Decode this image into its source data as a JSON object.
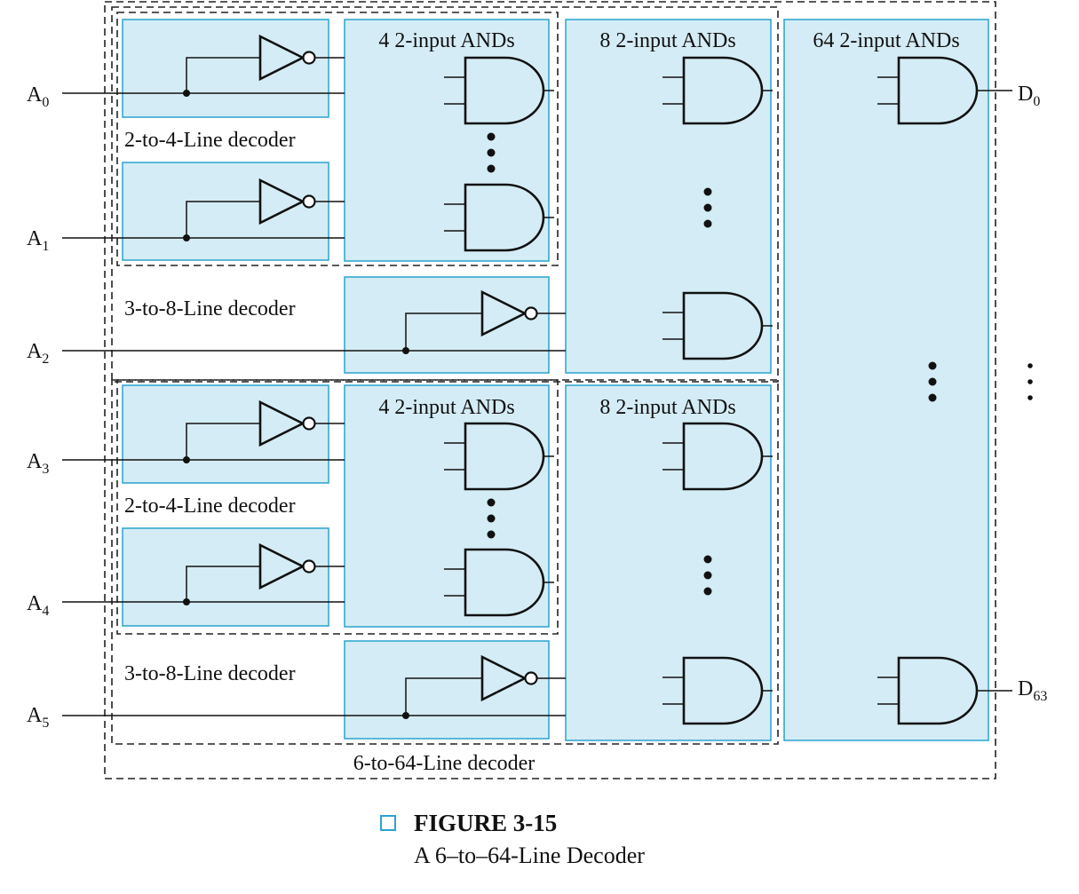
{
  "figure": {
    "number": "FIGURE 3-15",
    "title": "A 6–to–64-Line Decoder",
    "icon": "square-outline-icon"
  },
  "colors": {
    "box_fill": "#d4ecf5",
    "box_stroke": "#2aa3cf",
    "line": "#111111"
  },
  "blocks": {
    "and4": "4 2-input ANDs",
    "and8": "8 2-input ANDs",
    "and64": "64 2-input ANDs",
    "dec2to4": "2-to-4-Line decoder",
    "dec3to8": "3-to-8-Line decoder",
    "dec6to64": "6-to-64-Line decoder"
  },
  "inputs": [
    {
      "base": "A",
      "sub": "0"
    },
    {
      "base": "A",
      "sub": "1"
    },
    {
      "base": "A",
      "sub": "2"
    },
    {
      "base": "A",
      "sub": "3"
    },
    {
      "base": "A",
      "sub": "4"
    },
    {
      "base": "A",
      "sub": "5"
    }
  ],
  "outputs": [
    {
      "base": "D",
      "sub": "0"
    },
    {
      "base": "D",
      "sub": "63"
    }
  ]
}
